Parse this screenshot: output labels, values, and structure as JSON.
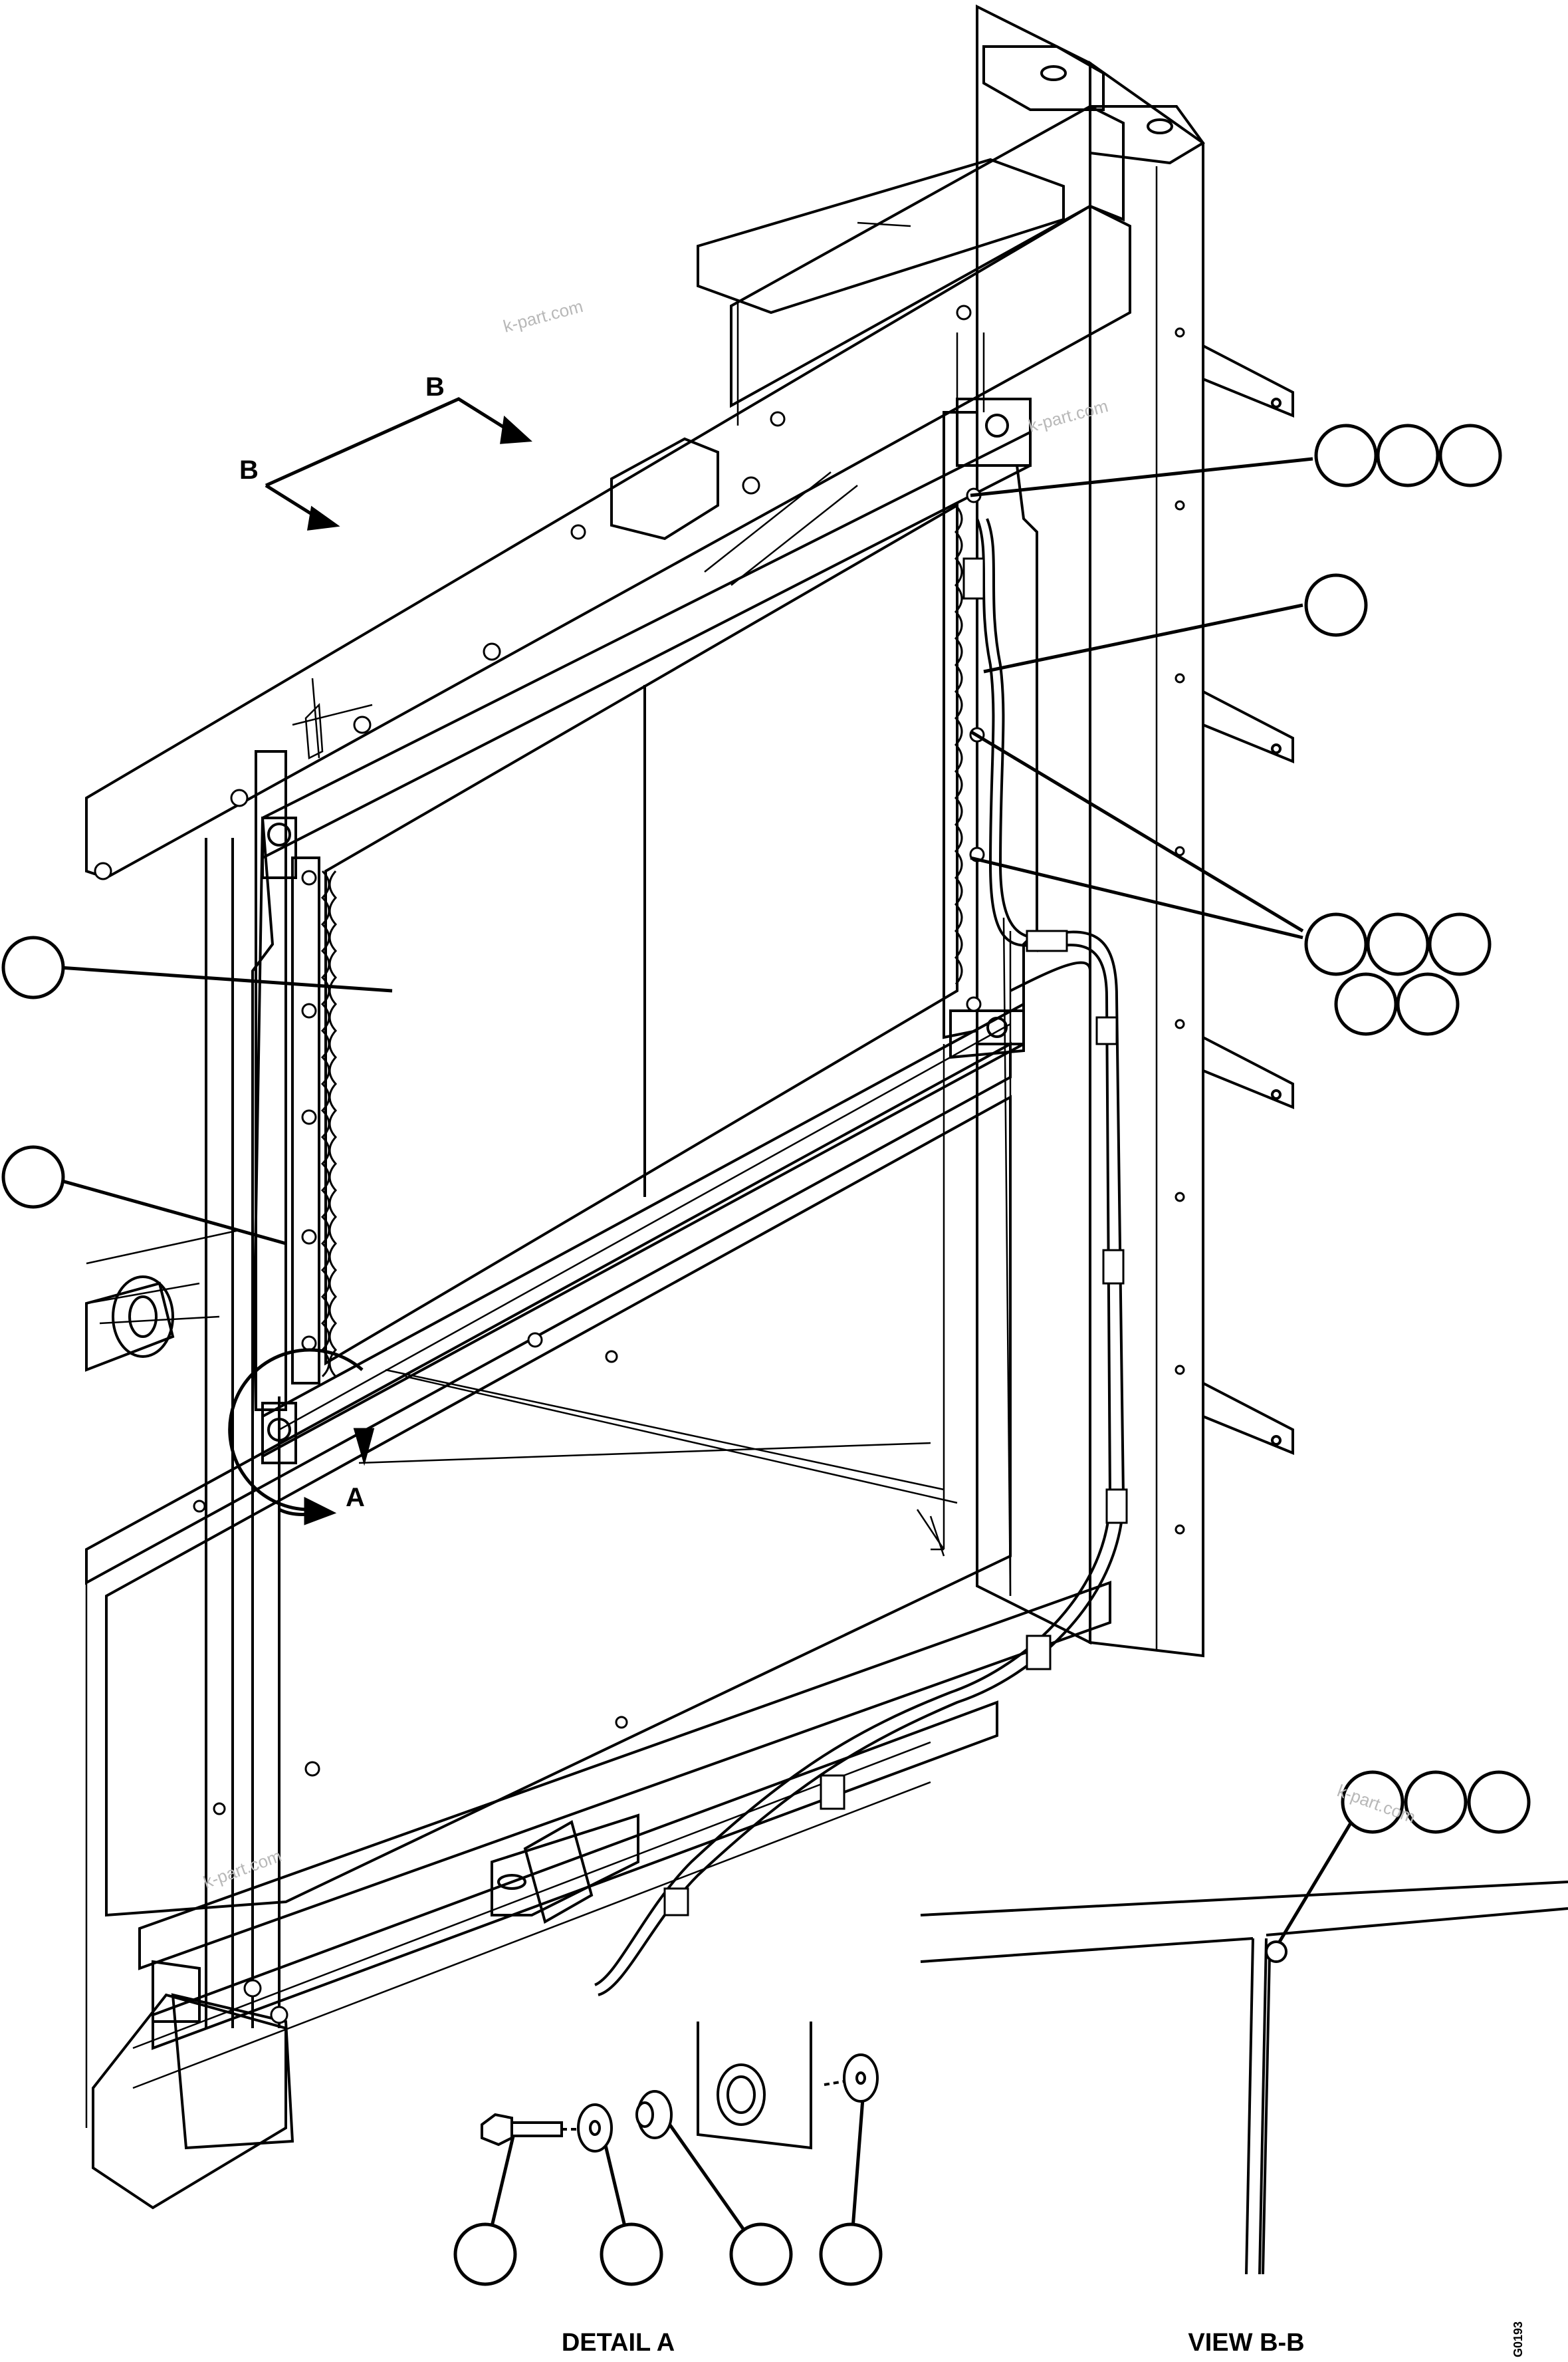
{
  "view_arrow_labels": {
    "b_left": "B",
    "b_right": "B",
    "detail_ref": "A"
  },
  "captions": {
    "detail": "DETAIL A",
    "view": "VIEW B-B"
  },
  "figure_code": "G0193",
  "watermark": "k-part.com",
  "callouts": {
    "top_right_group": [
      "",
      "",
      ""
    ],
    "hose_single": "",
    "clamp_group_row1": [
      "",
      "",
      ""
    ],
    "clamp_group_row2": [
      "",
      ""
    ],
    "condenser": "",
    "bracket": "",
    "detail_a": [
      "",
      "",
      "",
      ""
    ],
    "view_bb": [
      "",
      "",
      ""
    ]
  }
}
